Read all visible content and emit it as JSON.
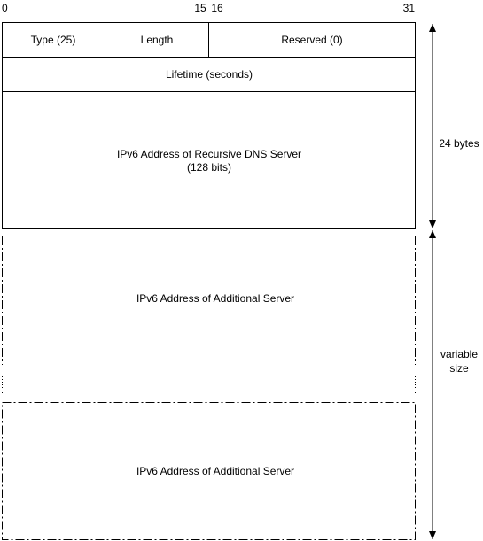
{
  "bit_labels": {
    "start": "0",
    "mid_left": "15",
    "mid_right": "16",
    "end": "31"
  },
  "header_fields": {
    "type": "Type (25)",
    "length": "Length",
    "reserved": "Reserved (0)"
  },
  "lifetime_field": "Lifetime (seconds)",
  "rdns_address": {
    "line1": "IPv6 Address of Recursive DNS Server",
    "line2": "(128 bits)"
  },
  "additional_server_1": "IPv6 Address of Additional Server",
  "additional_server_2": "IPv6 Address of Additional Server",
  "dimensions": {
    "fixed_size": "24 bytes",
    "variable_line1": "variable",
    "variable_line2": "size"
  },
  "line_color": "#000000"
}
